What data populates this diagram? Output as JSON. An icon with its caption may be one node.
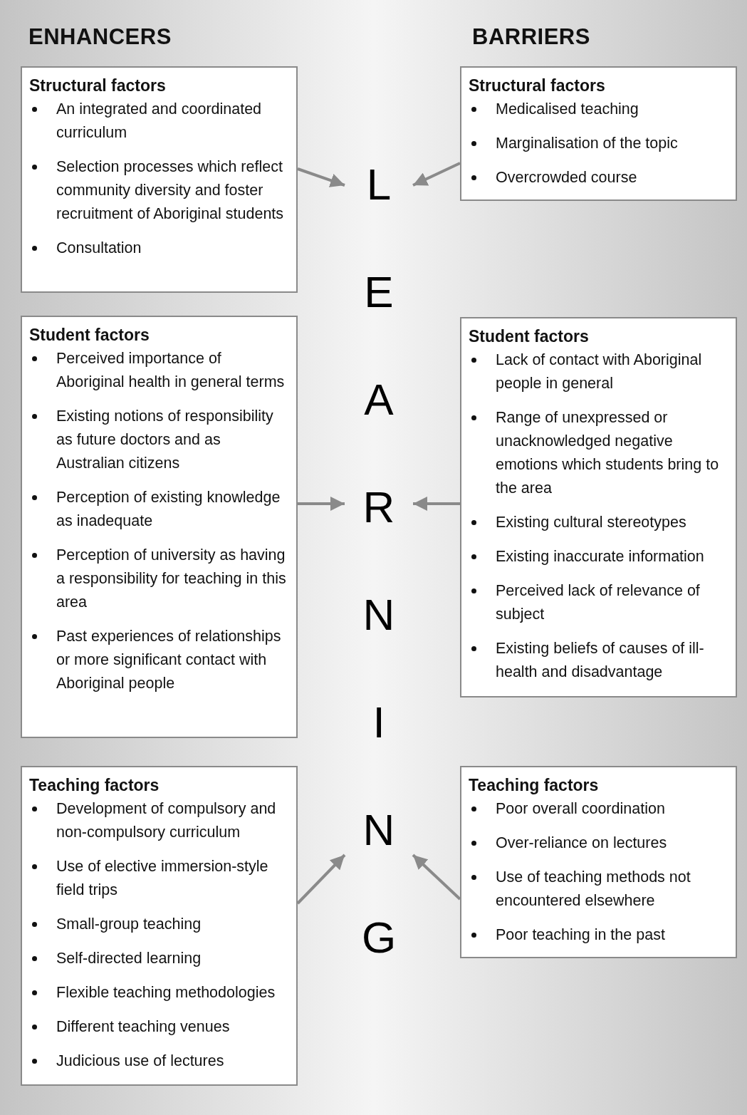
{
  "diagram": {
    "nodes": [
      {
        "text": [
          "Structural factors",
          "An integrated and coordinated curriculum",
          "Selection processes which reflect community diversity and foster recruitment of Aboriginal students",
          "Consultation"
        ]
      },
      {
        "text": [
          "Structural factors",
          "Medicalised teaching",
          "Marginalisation of the topic",
          "Overcrowded course"
        ]
      },
      {
        "text": [
          "LEARNING"
        ]
      },
      {
        "text": [
          "Student factors",
          "Perceived importance of Aboriginal health in general terms",
          "Existing notions of responsibility as future doctors and as Australian citizens",
          "Perception of existing knowledge as inadequate",
          "Perception of university as having a responsibility for teaching in this area",
          "Past experiences of relationships or more significant contact with Aboriginal people"
        ]
      },
      {
        "text": [
          "Student factors",
          "Lack of contact with Aboriginal people in general",
          "Range of unexpressed or unacknowledged negative emotions which students bring to the area",
          "Existing cultural stereotypes",
          "Existing inaccurate information",
          "Perceived lack of relevance of subject",
          "Existing beliefs of causes of ill-health and disadvantage"
        ]
      },
      {
        "text": [
          "Teaching factors",
          "Development of compulsory and non-compulsory curriculum",
          "Use of elective immersion-style field trips",
          "Small-group teaching",
          "Self-directed learning",
          "Flexible teaching methodologies",
          "Different teaching venues",
          "Judicious use of lectures"
        ]
      },
      {
        "text": [
          "Teaching factors",
          "Poor overall coordination",
          "Over-reliance on lectures",
          "Use of teaching methods not encountered elsewhere",
          "Poor teaching in the past"
        ]
      }
    ],
    "edges": [
      {
        "from": 0,
        "to": 2,
        "arrow": "to"
      },
      {
        "from": 1,
        "to": 2,
        "arrow": "to"
      },
      {
        "from": 3,
        "to": 2,
        "arrow": "to"
      },
      {
        "from": 4,
        "to": 2,
        "arrow": "to"
      },
      {
        "from": 5,
        "to": 2,
        "arrow": "to"
      },
      {
        "from": 6,
        "to": 2,
        "arrow": "to"
      }
    ],
    "labels": [
      "ENHANCERS",
      "BARRIERS"
    ]
  }
}
